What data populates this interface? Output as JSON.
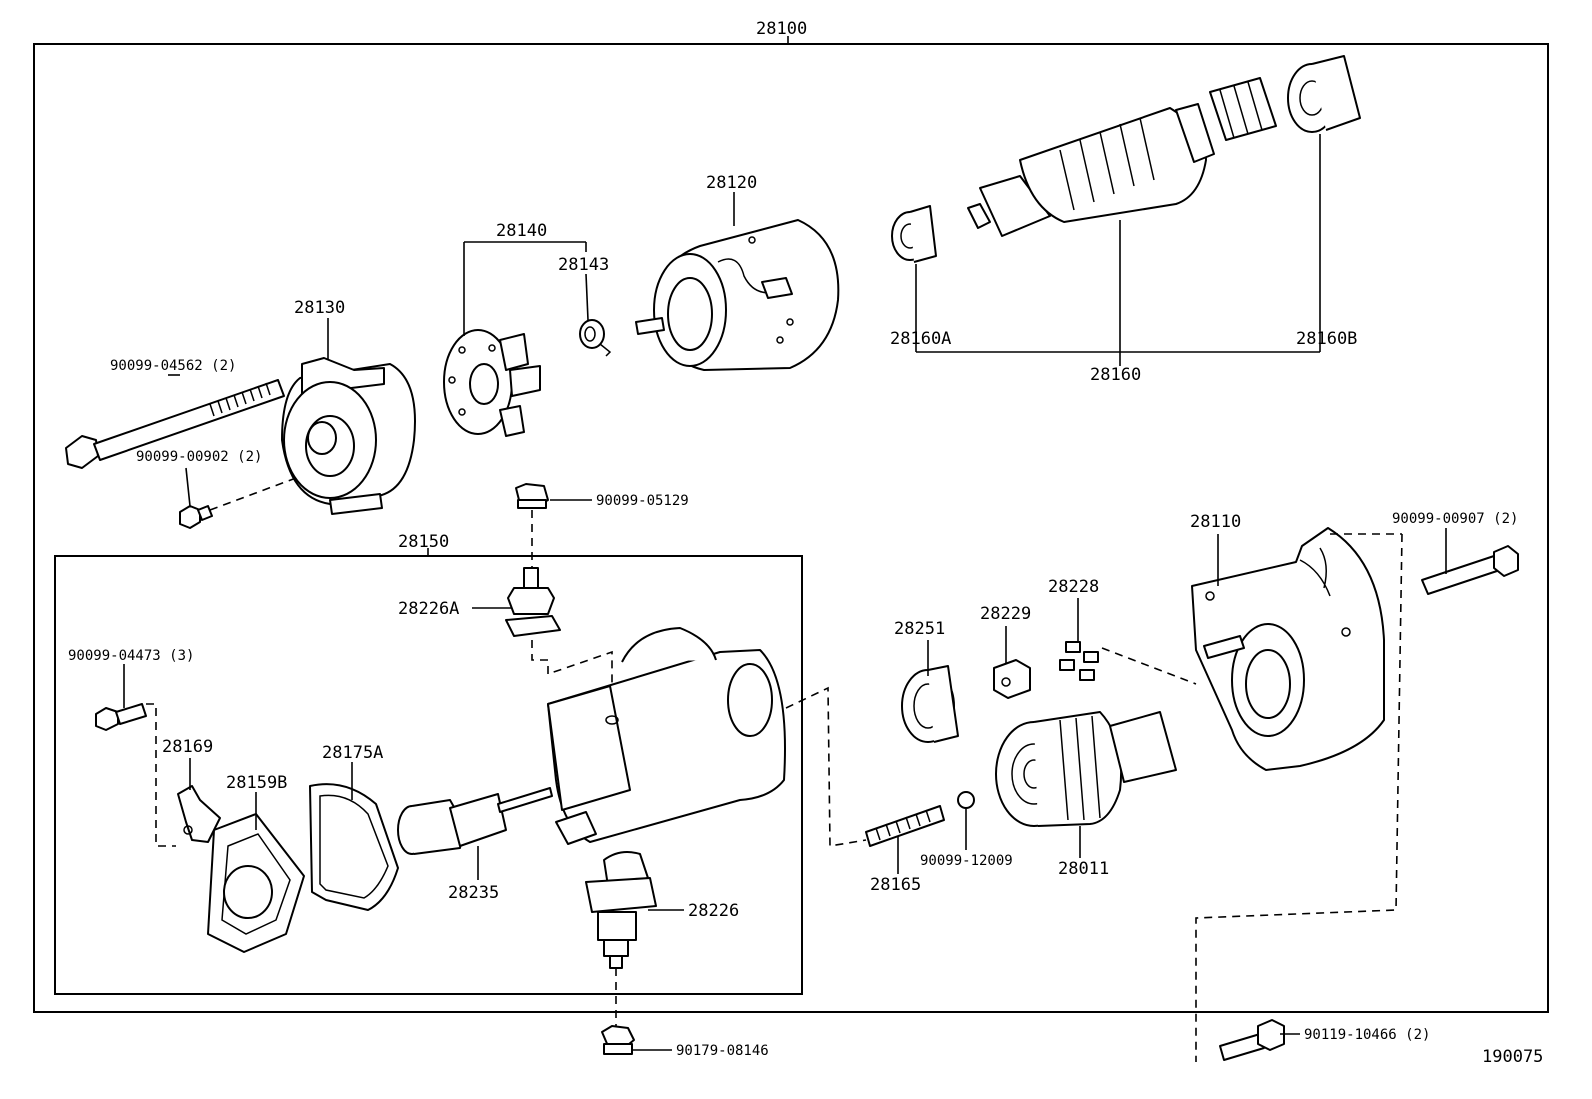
{
  "assembly": {
    "label": "28100"
  },
  "subassembly": {
    "label": "28150"
  },
  "labels": {
    "p28120": "28120",
    "p28140": "28140",
    "p28143": "28143",
    "p28130": "28130",
    "p28160": "28160",
    "p28160A": "28160A",
    "p28160B": "28160B",
    "p28110": "28110",
    "p28251": "28251",
    "p28229": "28229",
    "p28228": "28228",
    "p28226A": "28226A",
    "p28226": "28226",
    "p28235": "28235",
    "p28175A": "28175A",
    "p28159B": "28159B",
    "p28169": "28169",
    "p28165": "28165",
    "p28011": "28011",
    "b90099_04562": "90099-04562 (2)",
    "b90099_00902": "90099-00902 (2)",
    "b90099_05129": "90099-05129",
    "b90099_04473": "90099-04473 (3)",
    "b90099_12009": "90099-12009",
    "b90099_00907": "90099-00907 (2)",
    "b90179_08146": "90179-08146",
    "b90119_10466": "90119-10466 (2)"
  },
  "figure_number": "190075"
}
